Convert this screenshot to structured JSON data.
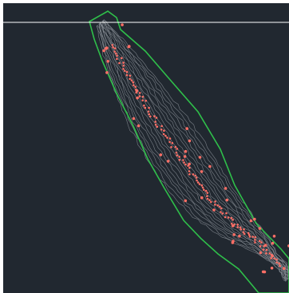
{
  "app": {
    "type": "cad-drawing-viewport"
  },
  "colors": {
    "background": "#212830",
    "boundary": "#2fbf4a",
    "contours": "#8a8f96",
    "points": "#ff6f66",
    "reference_line": "#ffffff"
  },
  "drawing": {
    "layers": [
      "boundary",
      "contours",
      "survey-points",
      "reference-line"
    ]
  }
}
